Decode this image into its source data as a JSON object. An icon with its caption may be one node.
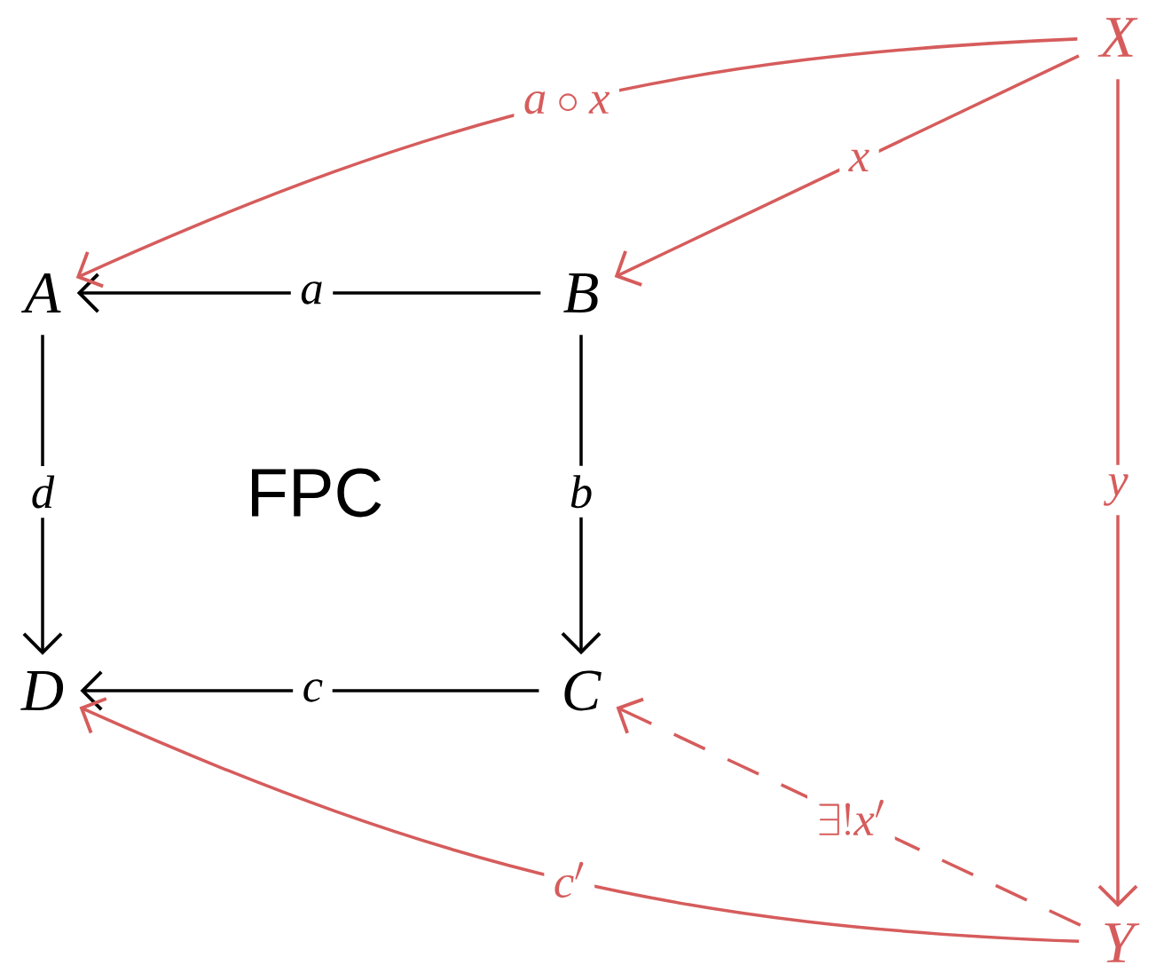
{
  "diagram": {
    "nodes": [
      {
        "text": [
          "A"
        ]
      },
      {
        "text": [
          "B"
        ]
      },
      {
        "text": [
          "C"
        ]
      },
      {
        "text": [
          "D"
        ]
      },
      {
        "text": [
          "X"
        ]
      },
      {
        "text": [
          "Y"
        ]
      }
    ],
    "edges": [
      {
        "from": 1,
        "to": 0,
        "arrow": "to",
        "label": "a",
        "color": "#000000"
      },
      {
        "from": 0,
        "to": 3,
        "arrow": "to",
        "label": "d",
        "color": "#000000"
      },
      {
        "from": 1,
        "to": 2,
        "arrow": "to",
        "label": "b",
        "color": "#000000"
      },
      {
        "from": 2,
        "to": 3,
        "arrow": "to",
        "label": "c",
        "color": "#000000"
      },
      {
        "from": 4,
        "to": 0,
        "arrow": "to",
        "label": "a\\circ x",
        "color": "#d65c5c"
      },
      {
        "from": 4,
        "to": 1,
        "arrow": "to",
        "label": "x",
        "color": "#d65c5c"
      },
      {
        "from": 4,
        "to": 5,
        "arrow": "to",
        "label": "y",
        "color": "#d65c5c"
      },
      {
        "from": 5,
        "to": 3,
        "arrow": "to",
        "label": "c'",
        "color": "#d65c5c"
      },
      {
        "from": 5,
        "to": 2,
        "arrow": "to",
        "label": "\\exists! x'",
        "style": "dashed",
        "color": "#d65c5c"
      }
    ],
    "labels": [
      "FPC"
    ]
  }
}
